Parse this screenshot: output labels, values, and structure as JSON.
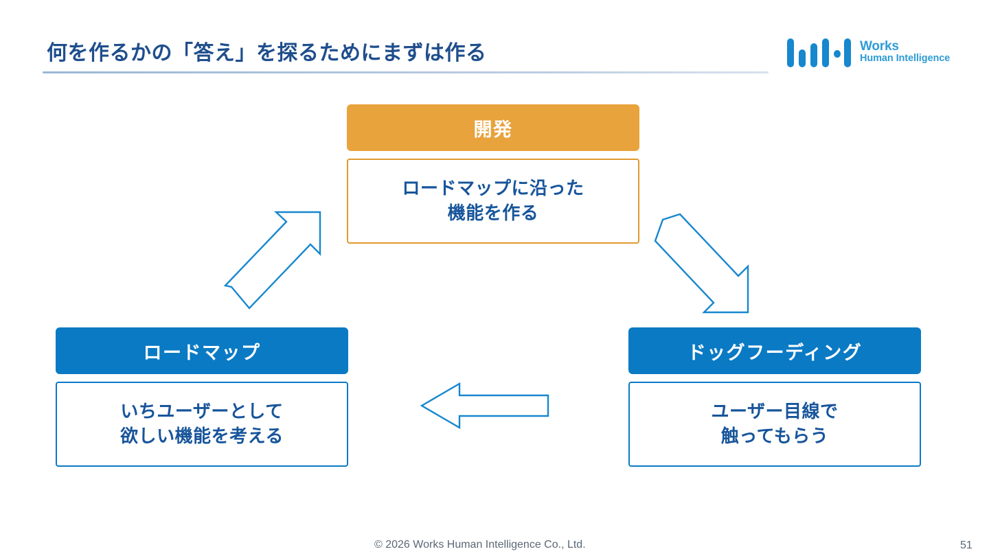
{
  "slide": {
    "title": "何を作るかの「答え」を探るためにまずは作る",
    "page_number": "51",
    "copyright": "© 2026 Works Human Intelligence Co., Ltd."
  },
  "logo": {
    "wordmark_line1": "Works",
    "wordmark_line2": "Human Intelligence",
    "bar_color": "#1787CE",
    "text_color": "#2E9BD6"
  },
  "colors": {
    "title_blue": "#1F4E8C",
    "accent_orange": "#E8A33D",
    "accent_blue": "#0A7AC4",
    "body_text_blue": "#17559B",
    "arrow_stroke": "#1787CE",
    "rule": "#9BB7D4",
    "footer_gray": "#5A6775"
  },
  "cycle": {
    "nodes": [
      {
        "id": "develop",
        "header": "開発",
        "body_line1": "ロードマップに沿った",
        "body_line2": "機能を作る",
        "accent": "#E8A33D",
        "position": "top"
      },
      {
        "id": "roadmap",
        "header": "ロードマップ",
        "body_line1": "いちユーザーとして",
        "body_line2": "欲しい機能を考える",
        "accent": "#0A7AC4",
        "position": "bottom-left"
      },
      {
        "id": "dogfooding",
        "header": "ドッグフーディング",
        "body_line1": "ユーザー目線で",
        "body_line2": "触ってもらう",
        "accent": "#0A7AC4",
        "position": "bottom-right"
      }
    ],
    "arrows": [
      {
        "id": "develop-to-dogfooding",
        "direction": "down-right",
        "from": "develop",
        "to": "dogfooding"
      },
      {
        "id": "dogfooding-to-roadmap",
        "direction": "left",
        "from": "dogfooding",
        "to": "roadmap"
      },
      {
        "id": "roadmap-to-develop",
        "direction": "up-right",
        "from": "roadmap",
        "to": "develop"
      }
    ]
  }
}
